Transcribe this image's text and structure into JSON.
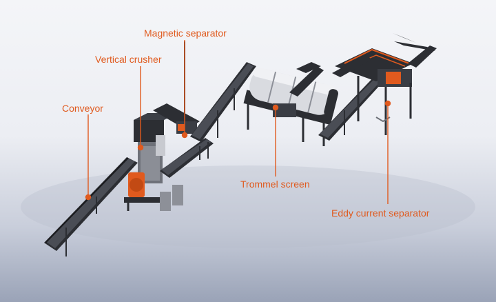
{
  "colors": {
    "accent": "#e05a1e",
    "machine": "#2c2e33",
    "machine_light": "#55585f",
    "drum": "#d9dbe0"
  },
  "labels": {
    "magnetic_separator": "Magnetic separator",
    "vertical_crusher": "Vertical crusher",
    "conveyor": "Conveyor",
    "trommel_screen": "Trommel screen",
    "eddy_current_separator": "Eddy current separator"
  }
}
